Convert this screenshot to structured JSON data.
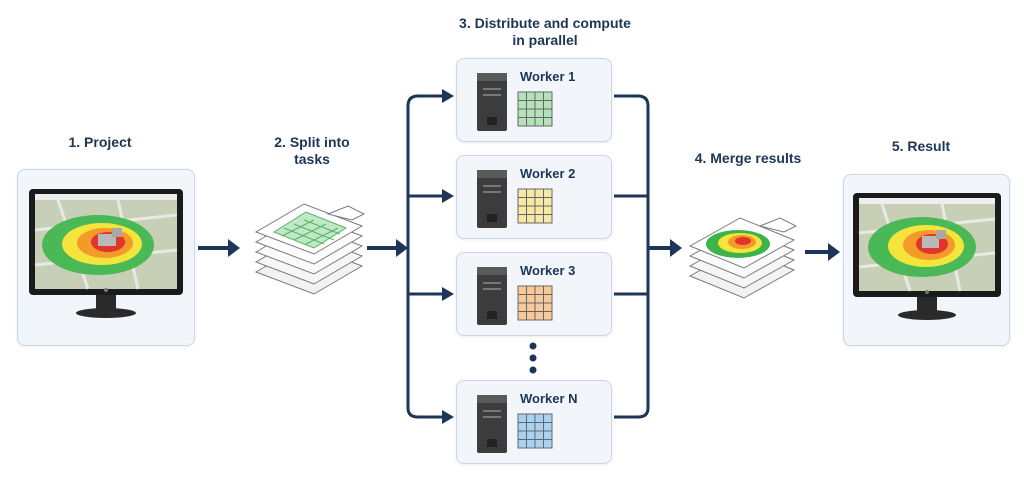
{
  "steps": {
    "project": "1. Project",
    "split": "2. Split into tasks",
    "distribute": "3. Distribute and compute in parallel",
    "merge": "4. Merge results",
    "result": "5. Result"
  },
  "workers": [
    {
      "label": "Worker 1",
      "grid_color": "#b5e3b9"
    },
    {
      "label": "Worker 2",
      "grid_color": "#f6e9a6"
    },
    {
      "label": "Worker 3",
      "grid_color": "#f7c99b"
    },
    {
      "label": "Worker N",
      "grid_color": "#a9d1f2"
    }
  ],
  "icons": {
    "monitor": "monitor-icon",
    "server": "server-tower-icon",
    "grid": "task-grid-icon",
    "layers": "layer-stack-icon",
    "arrow": "arrow-right-icon",
    "ellipsis": "vertical-ellipsis-icon"
  },
  "colors": {
    "arrow": "#1d3557",
    "text": "#1d3557",
    "panel_bg": "#f2f6fb",
    "panel_border": "#c9d7e8"
  }
}
